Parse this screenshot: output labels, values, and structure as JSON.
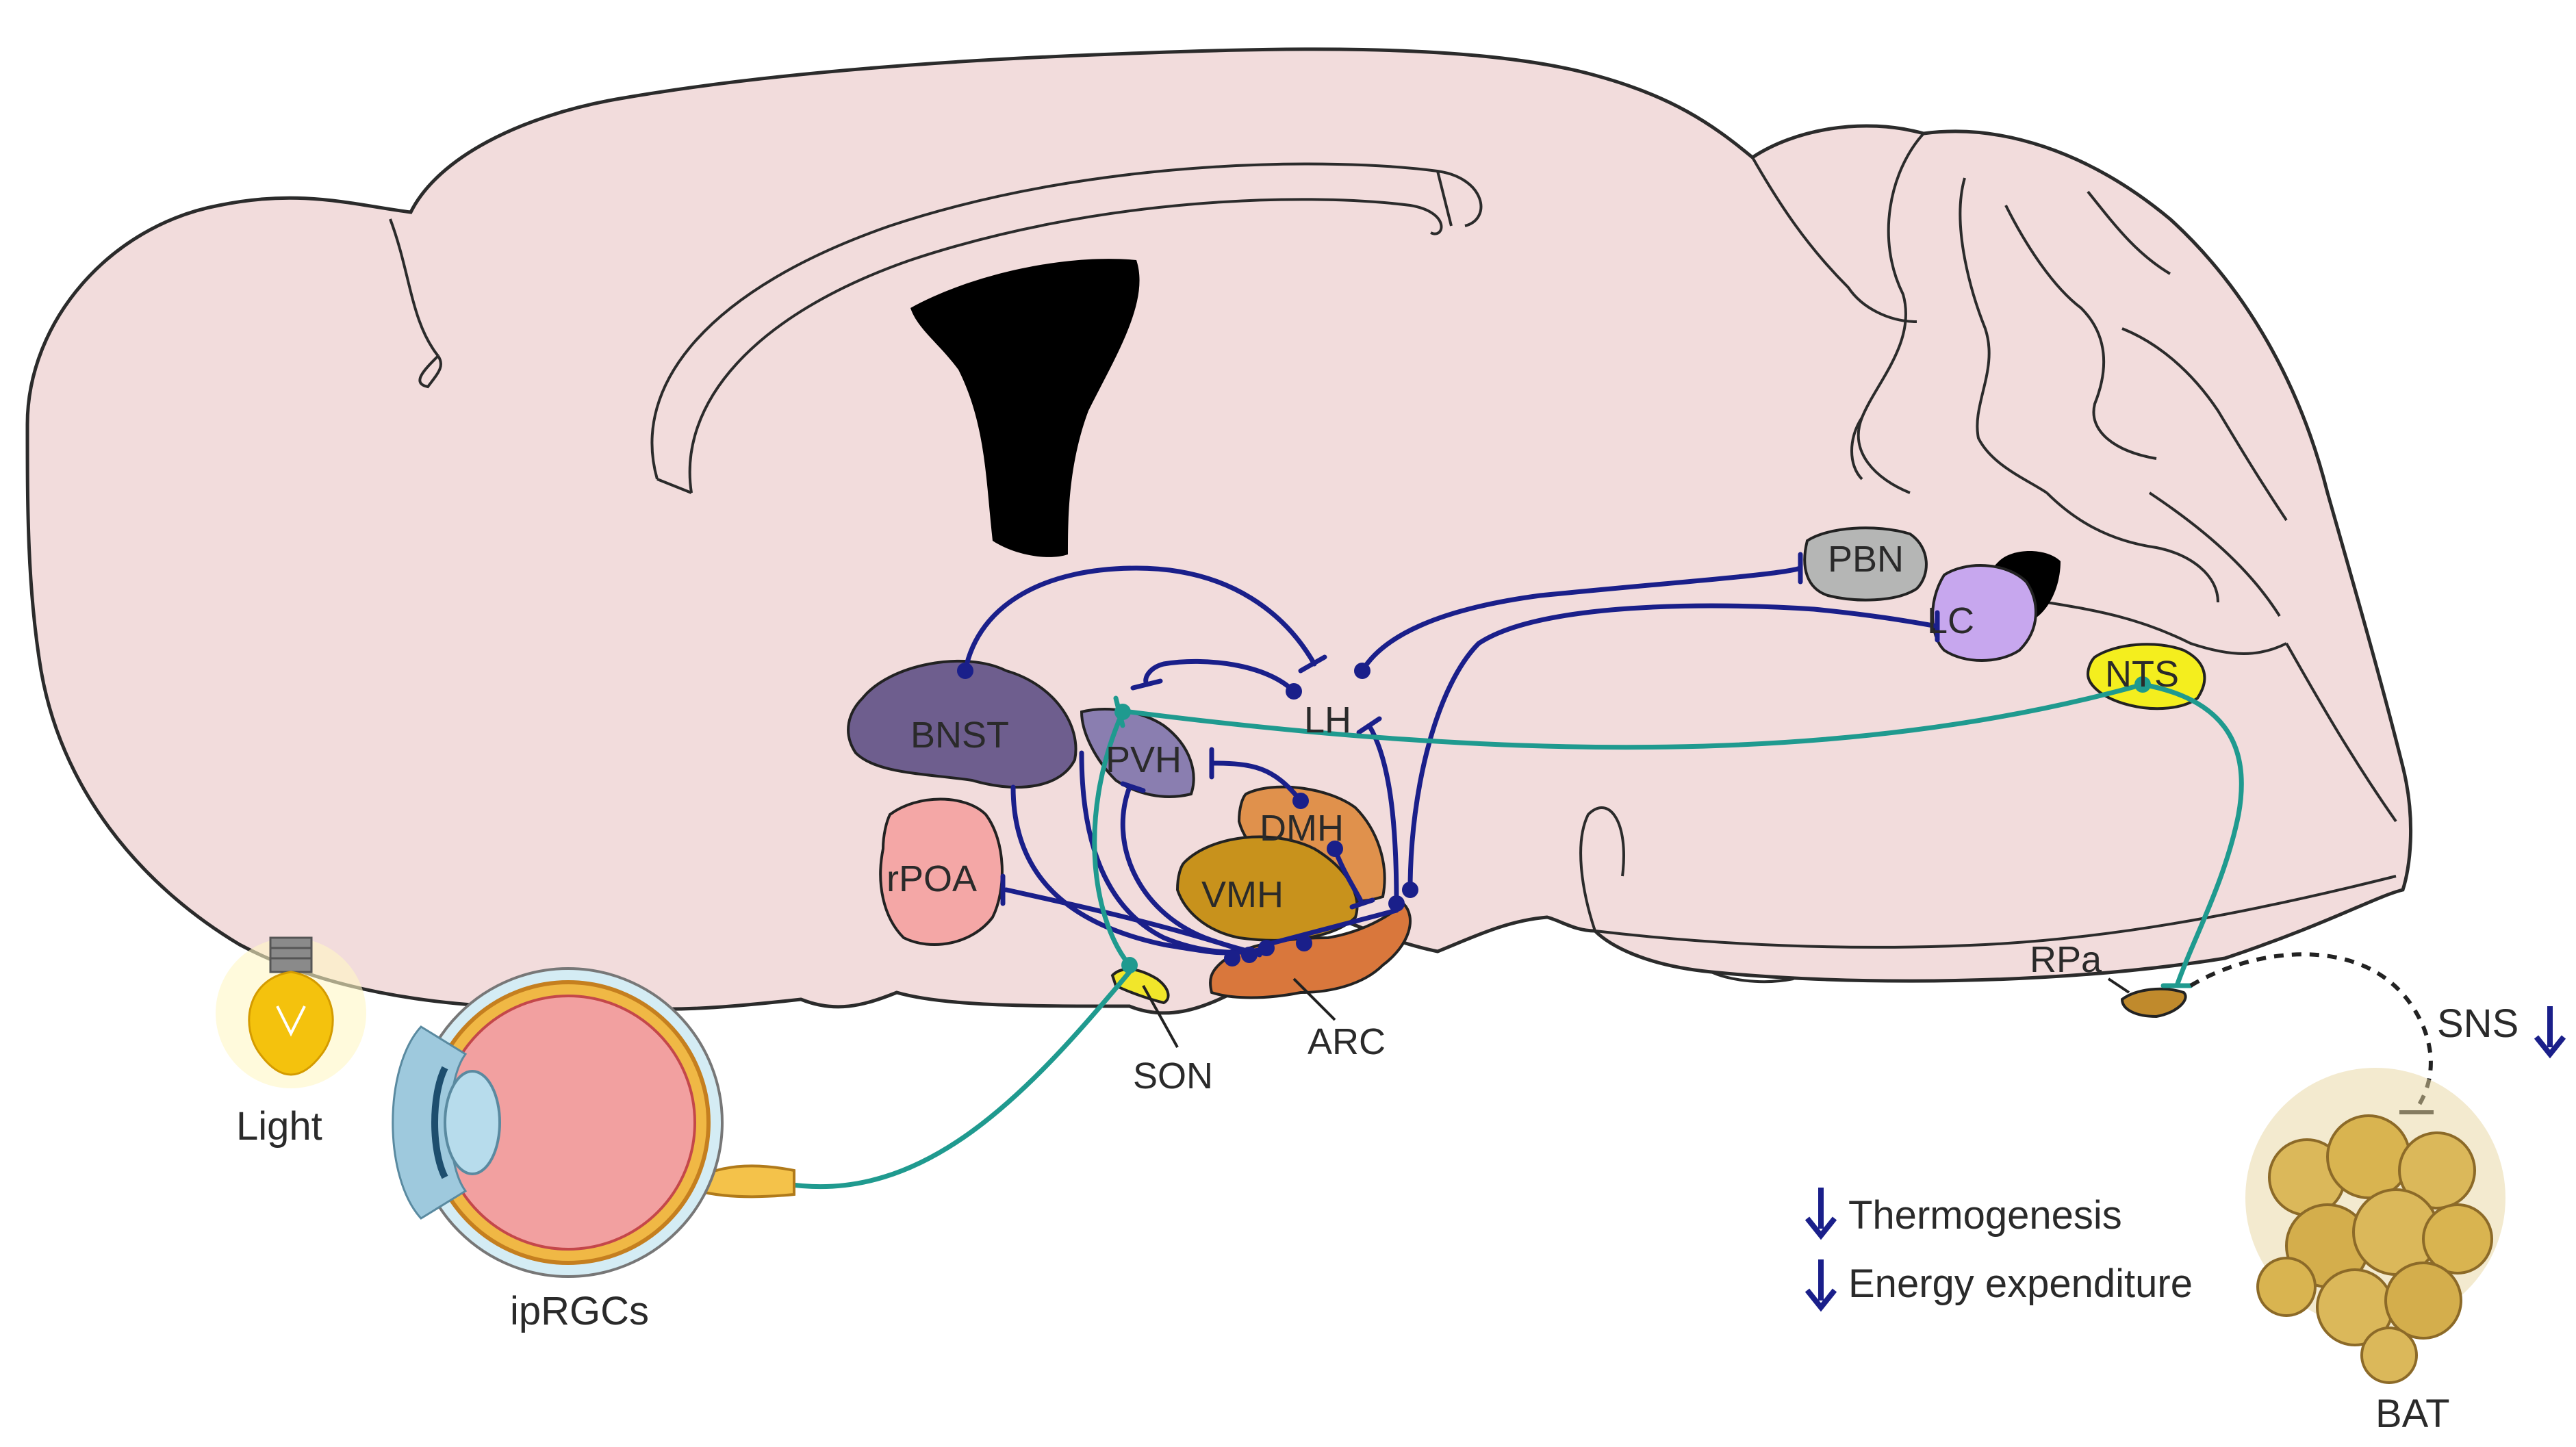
{
  "regions": {
    "BNST": "BNST",
    "PVH": "PVH",
    "LH": "LH",
    "DMH": "DMH",
    "VMH": "VMH",
    "rPOA": "rPOA",
    "ARC": "ARC",
    "SON": "SON",
    "PBN": "PBN",
    "LC": "LC",
    "NTS": "NTS",
    "RPa": "RPa"
  },
  "labels": {
    "light": "Light",
    "ipRGCs": "ipRGCs",
    "BAT": "BAT",
    "SNS": "SNS",
    "thermogenesis": "Thermogenesis",
    "energy_expenditure": "Energy expenditure"
  },
  "colors": {
    "brain": "#f2dcdc",
    "excitatory_pathway": "#1a1f8a",
    "retinal_pathway": "#1f9a8f",
    "BNST": "#6e5e8e",
    "PVH": "#8a7eb0",
    "DMH": "#e0914c",
    "VMH": "#c8921c",
    "rPOA": "#f4a7a6",
    "ARC": "#d9773c",
    "SON": "#f1e62a",
    "PBN": "#b5b6b5",
    "LC": "#c7a7ee",
    "NTS": "#f4ee1e",
    "RPa": "#c08a2c"
  },
  "icons": [
    "light-bulb-icon",
    "eye-icon",
    "fat-tissue-icon",
    "down-arrow-icon"
  ]
}
